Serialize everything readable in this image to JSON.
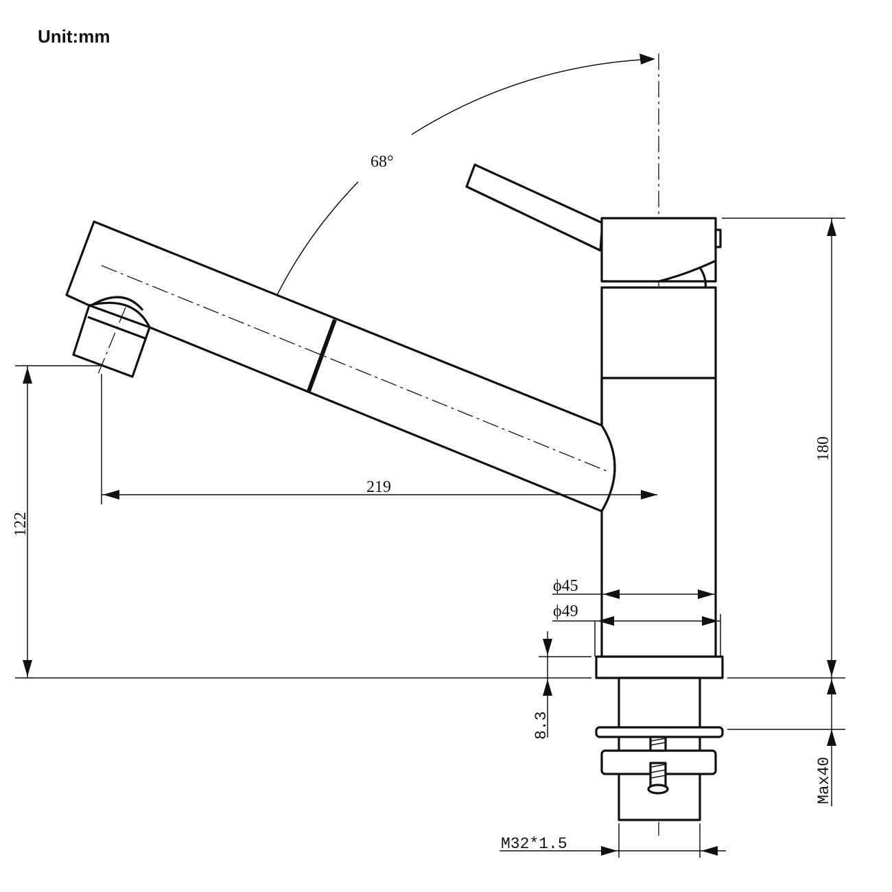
{
  "unit_label": "Unit:mm",
  "dimensions": {
    "angle": "68°",
    "spout_reach": "219",
    "total_height": "180",
    "spout_height": "122",
    "body_diameter": "ϕ45",
    "base_diameter": "ϕ49",
    "base_ring": "8.3",
    "max_deck": "Max40",
    "thread": "M32*1.5"
  }
}
